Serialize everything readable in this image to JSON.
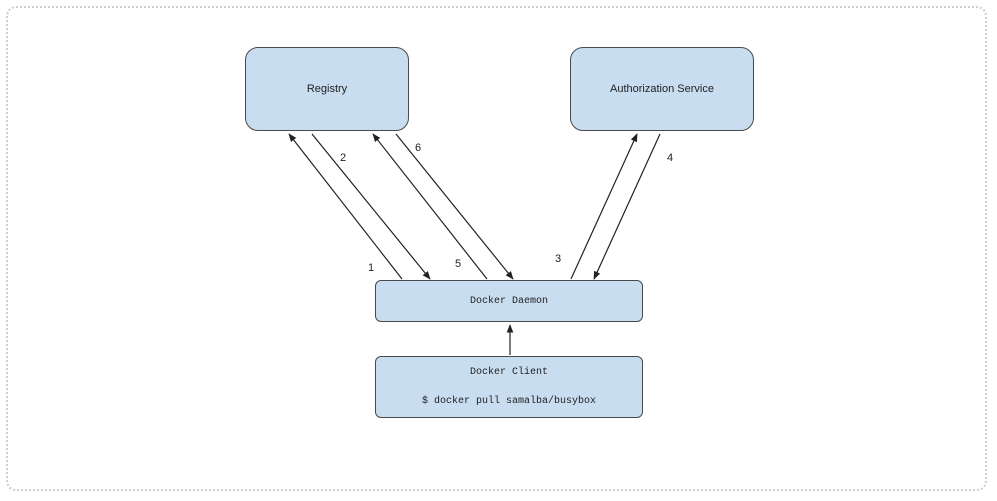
{
  "nodes": {
    "registry": "Registry",
    "authorization_service": "Authorization Service",
    "docker_daemon": "Docker Daemon",
    "docker_client": "Docker Client",
    "client_command": "$ docker pull samalba/busybox"
  },
  "step_labels": {
    "s1": "1",
    "s2": "2",
    "s3": "3",
    "s4": "4",
    "s5": "5",
    "s6": "6"
  }
}
